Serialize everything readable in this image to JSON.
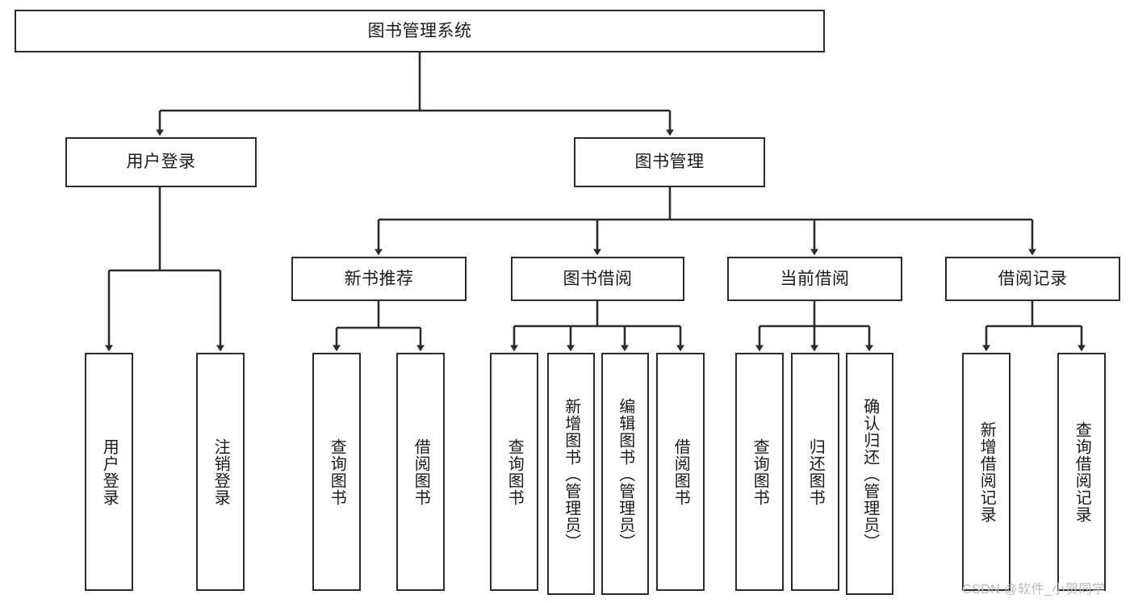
{
  "diagram": {
    "type": "tree-hierarchy-chart",
    "title": "图书管理系统",
    "line_color": "#2b2b2b",
    "box_fill": "#ffffff",
    "text_color": "#1a1a1a",
    "levels": {
      "root": {
        "label": "图书管理系统"
      },
      "level2": [
        {
          "id": "user-login",
          "label": "用户登录"
        },
        {
          "id": "book-manage",
          "label": "图书管理"
        }
      ],
      "level3": [
        {
          "id": "new-book-recommend",
          "label": "新书推荐"
        },
        {
          "id": "book-borrow",
          "label": "图书借阅"
        },
        {
          "id": "current-borrow",
          "label": "当前借阅"
        },
        {
          "id": "borrow-record",
          "label": "借阅记录"
        }
      ],
      "leaves": [
        {
          "id": "leaf-user-login",
          "label": "用户登录",
          "parent": "user-login"
        },
        {
          "id": "leaf-logout-login",
          "label": "注销登录",
          "parent": "user-login"
        },
        {
          "id": "leaf-query-book-1",
          "label": "查询图书",
          "parent": "new-book-recommend"
        },
        {
          "id": "leaf-borrow-book-1",
          "label": "借阅图书",
          "parent": "new-book-recommend"
        },
        {
          "id": "leaf-query-book-2",
          "label": "查询图书",
          "parent": "book-borrow"
        },
        {
          "id": "leaf-add-book",
          "label": "新增图书（管理员）",
          "parent": "book-borrow"
        },
        {
          "id": "leaf-edit-book",
          "label": "编辑图书（管理员）",
          "parent": "book-borrow"
        },
        {
          "id": "leaf-borrow-book-2",
          "label": "借阅图书",
          "parent": "book-borrow"
        },
        {
          "id": "leaf-query-book-3",
          "label": "查询图书",
          "parent": "current-borrow"
        },
        {
          "id": "leaf-return-book",
          "label": "归还图书",
          "parent": "current-borrow"
        },
        {
          "id": "leaf-confirm-return",
          "label": "确认归还（管理员）",
          "parent": "current-borrow"
        },
        {
          "id": "leaf-add-record",
          "label": "新增借阅记录",
          "parent": "borrow-record"
        },
        {
          "id": "leaf-query-record",
          "label": "查询借阅记录",
          "parent": "borrow-record"
        }
      ]
    },
    "watermark": "CSDN @软件_小贺同学"
  }
}
